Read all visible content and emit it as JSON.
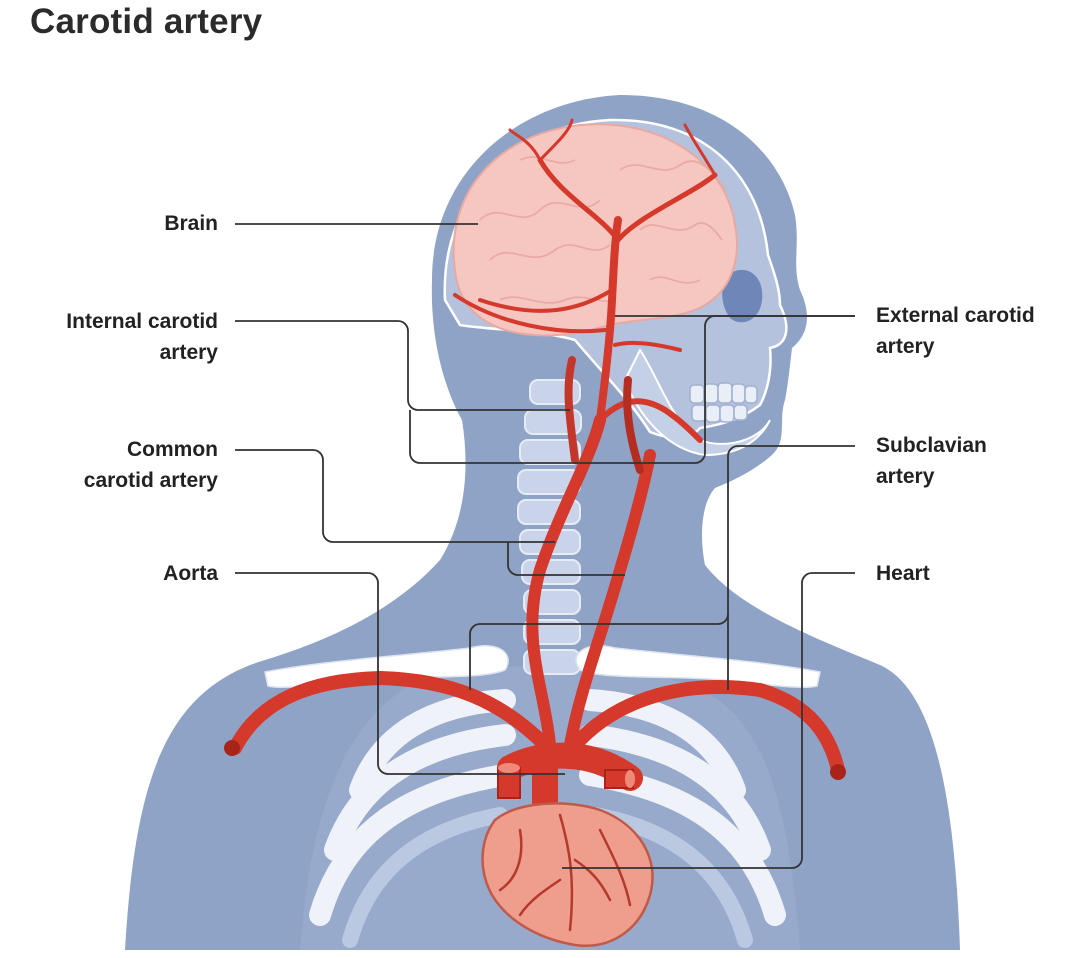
{
  "title": "Carotid artery",
  "labels": {
    "brain": "Brain",
    "internal_carotid_line1": "Internal carotid",
    "internal_carotid_line2": "artery",
    "common_carotid_line1": "Common",
    "common_carotid_line2": "carotid artery",
    "aorta": "Aorta",
    "external_carotid_line1": "External carotid",
    "external_carotid_line2": "artery",
    "subclavian_line1": "Subclavian",
    "subclavian_line2": "artery",
    "heart": "Heart"
  },
  "colors": {
    "body": "#8fa3c7",
    "bone": "#ffffff",
    "brain": "#f6c6c0",
    "artery": "#d4392b",
    "artery_dark": "#a82418",
    "heart": "#ef9d8c",
    "leader": "#333333"
  }
}
